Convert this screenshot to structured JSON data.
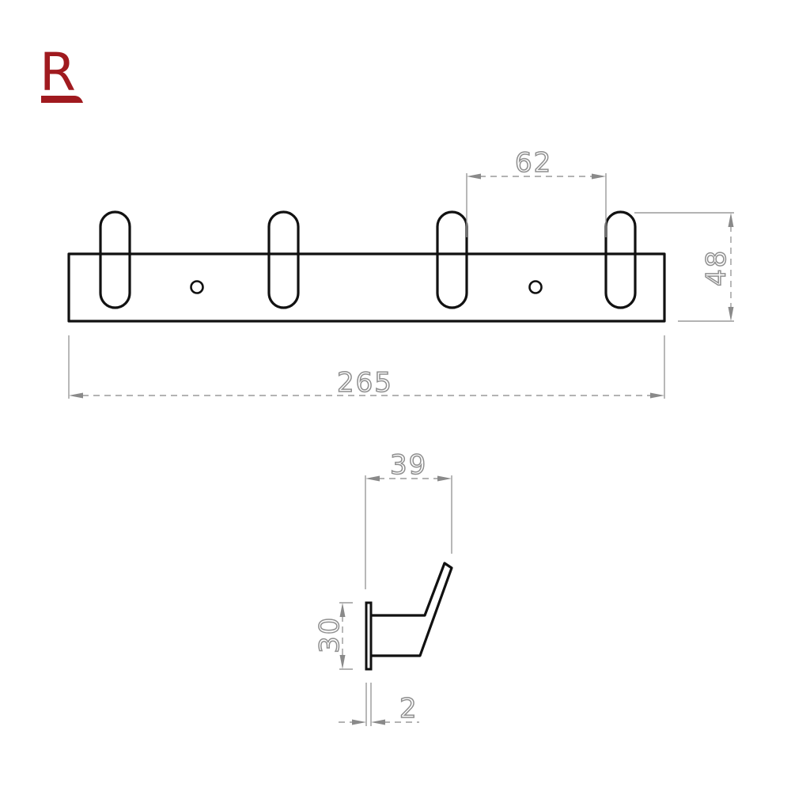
{
  "logo": {
    "letter": "R",
    "color": "#a01a1f"
  },
  "front_view": {
    "hook_count": 4,
    "mount_hole_count": 2,
    "dimensions": {
      "overall_width": "265",
      "hook_spacing": "62",
      "overall_height": "48"
    }
  },
  "side_view": {
    "dimensions": {
      "projection_depth": "39",
      "plate_height": "30",
      "plate_thickness": "2"
    }
  },
  "colors": {
    "part_outline": "#111111",
    "dimension_line": "#9a9a9a",
    "logo": "#a01a1f"
  }
}
